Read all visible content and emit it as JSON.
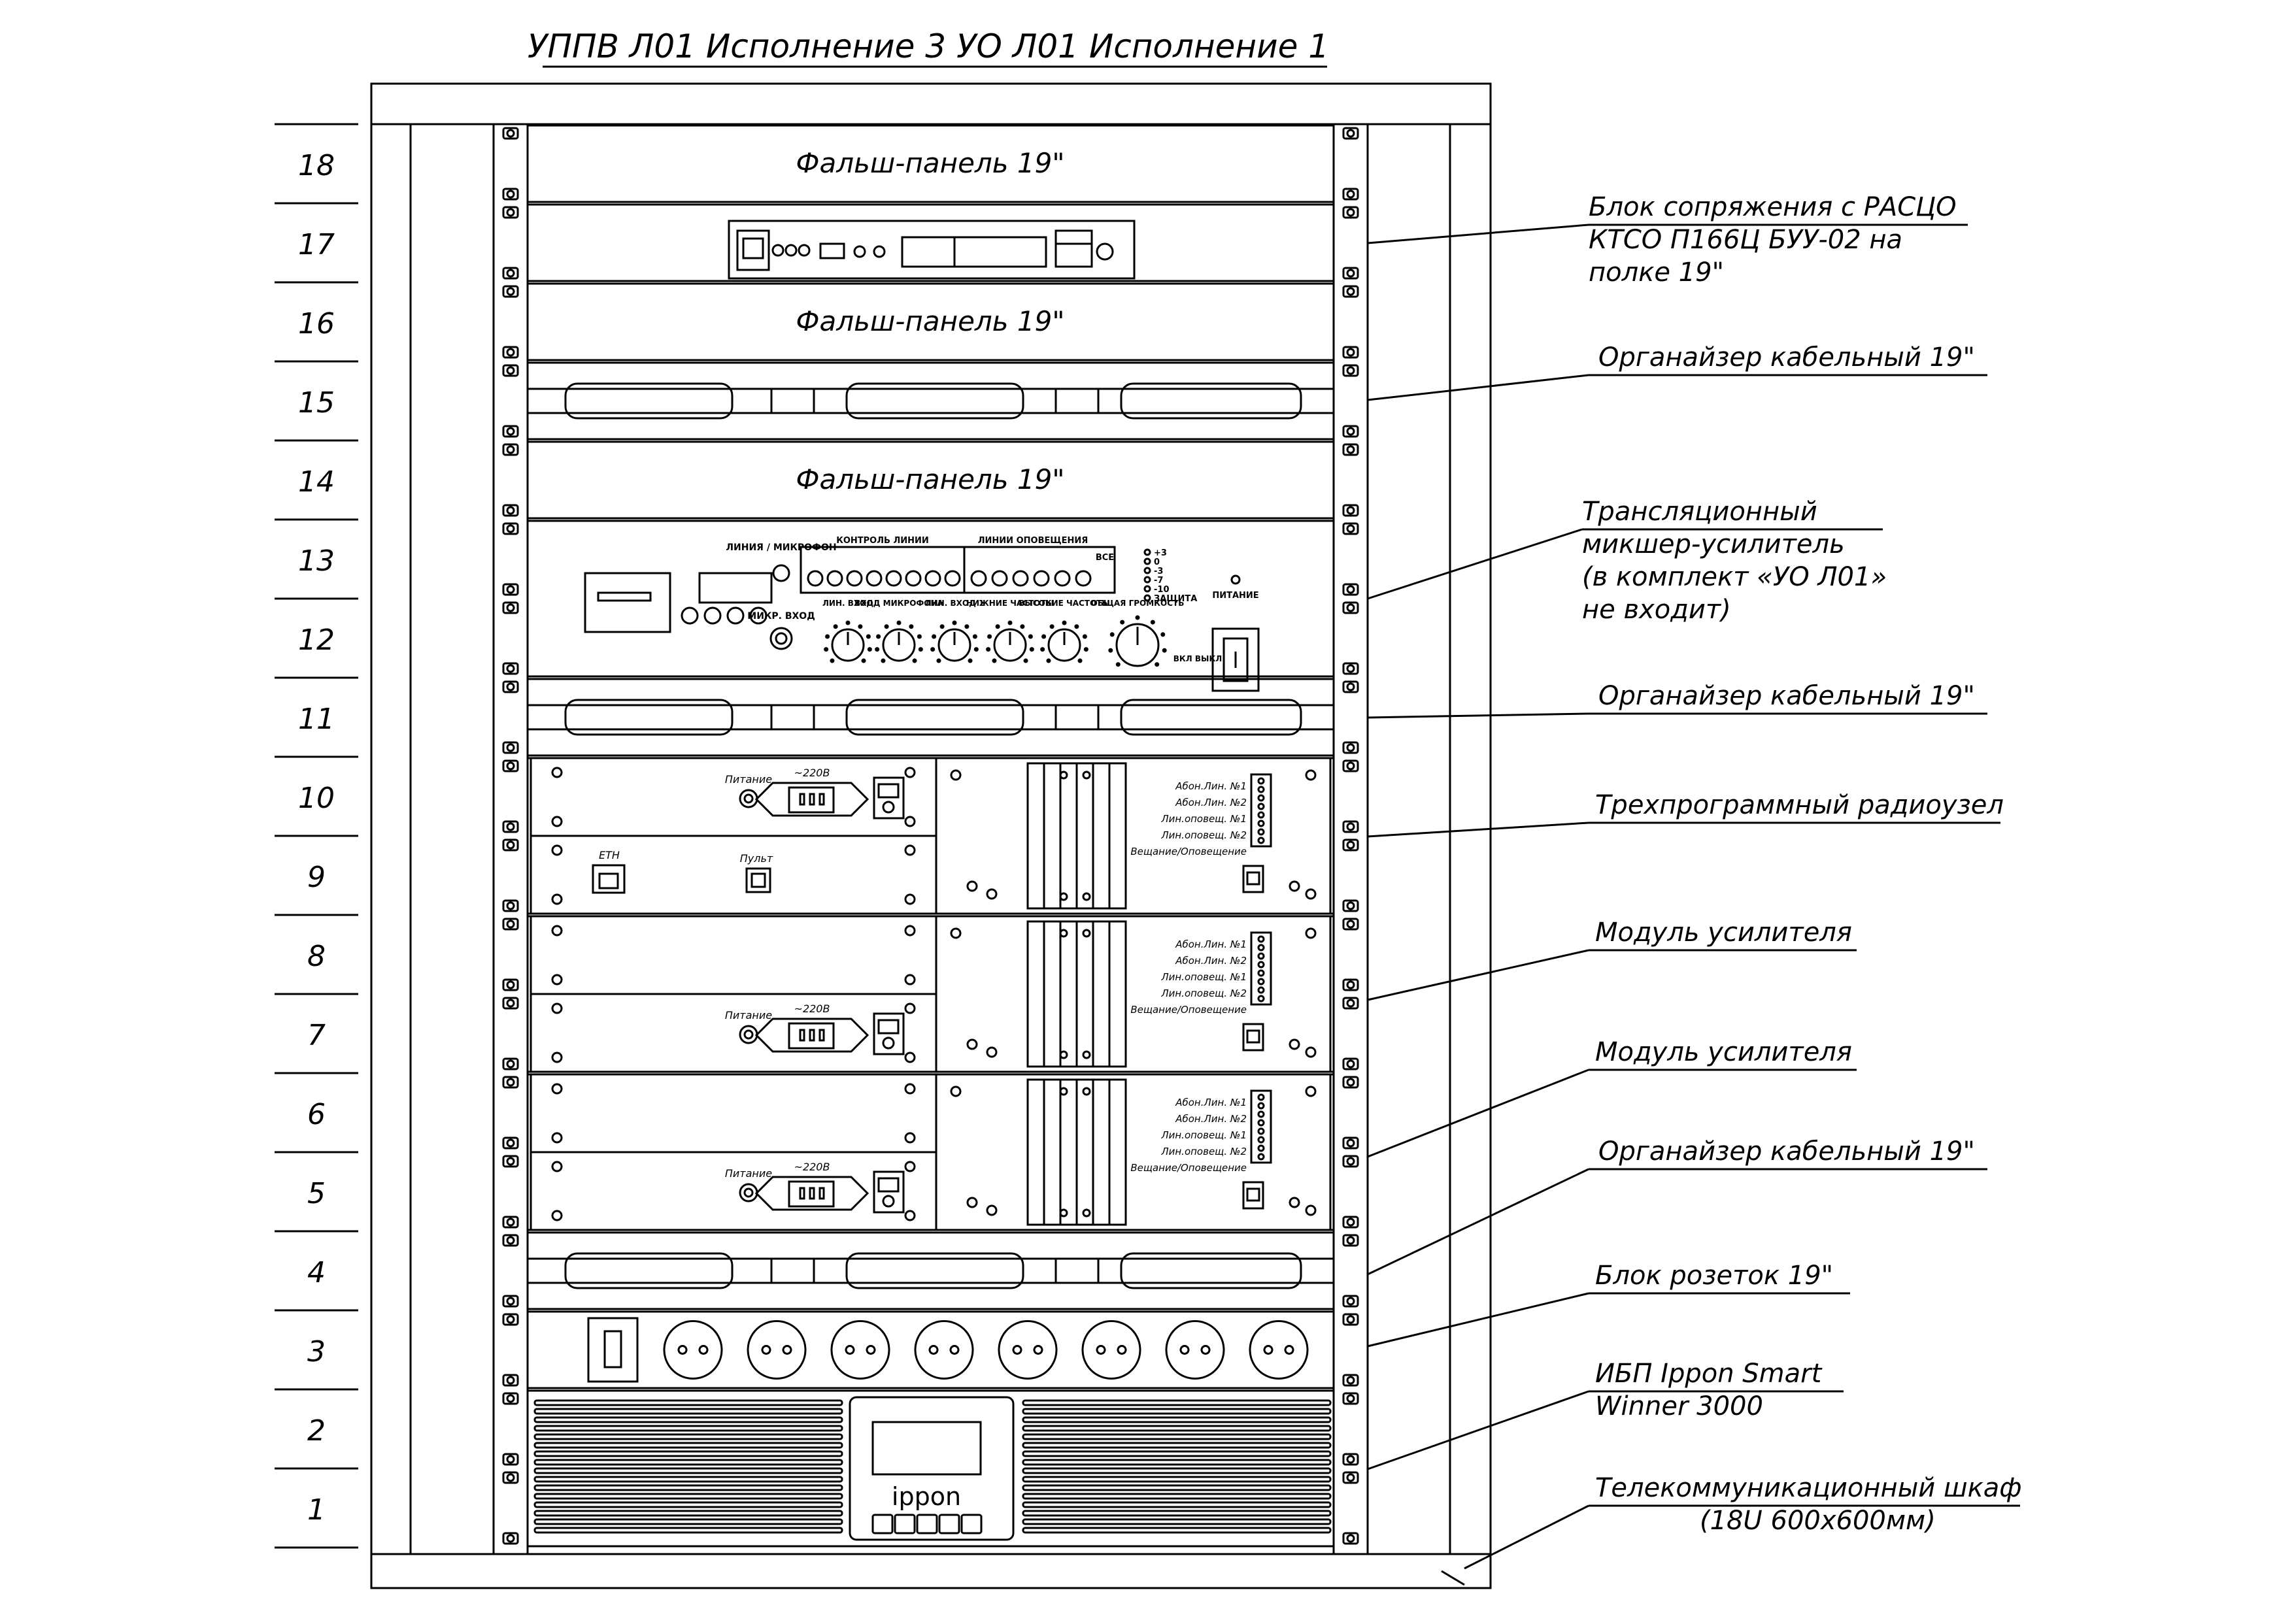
{
  "title": "УППВ Л01 Исполнение 3 УО Л01 Исполнение 1",
  "rack_units": [
    "18",
    "17",
    "16",
    "15",
    "14",
    "13",
    "12",
    "11",
    "10",
    "9",
    "8",
    "7",
    "6",
    "5",
    "4",
    "3",
    "2",
    "1"
  ],
  "panels": {
    "false_panel": "Фальш-панель 19\"",
    "ups_brand": "ippon",
    "mixer": {
      "input_select": "ЛИНИЯ / МИКРОФОН",
      "line_control": "КОНТРОЛЬ ЛИНИИ",
      "alert_lines": "ЛИНИИ ОПОВЕЩЕНИЯ",
      "all": "ВСЕ",
      "mic_input": "МИКР. ВХОД",
      "power": "ПИТАНИЕ",
      "on_off": "ВКЛ ВЫКЛ",
      "knobs": [
        "ЛИН. ВХОД",
        "ВХОД МИКРОФОНА",
        "ЛИН. ВХОД 1",
        "НИЖНИЕ ЧАСТОТЫ",
        "ВЫСОКИЕ ЧАСТОТЫ",
        "ОБЩАЯ ГРОМКОСТЬ"
      ],
      "levels": [
        "+3",
        "0",
        "-3",
        "-7",
        "-10",
        "ЗАЩИТА"
      ]
    },
    "radio": {
      "power_label": "Питание",
      "voltage": "~220В",
      "eth": "ETH",
      "remote": "Пульт",
      "outputs": [
        "Абон.Лин. №1",
        "Абон.Лин. №2",
        "Лин.оповещ. №1",
        "Лин.оповещ. №2",
        "Вещание/Оповещение"
      ]
    }
  },
  "callouts": [
    {
      "lines": [
        "Блок сопряжения с РАСЦО",
        "КТСО П166Ц БУУ-02 на",
        "полке 19\""
      ]
    },
    {
      "lines": [
        "Органайзер кабельный 19\""
      ]
    },
    {
      "lines": [
        "Трансляционный",
        "микшер-усилитель",
        "(в комплект «УО Л01»",
        "не входит)"
      ]
    },
    {
      "lines": [
        "Органайзер кабельный 19\""
      ]
    },
    {
      "lines": [
        "Трехпрограммный радиоузел"
      ]
    },
    {
      "lines": [
        "Модуль усилителя"
      ]
    },
    {
      "lines": [
        "Модуль усилителя"
      ]
    },
    {
      "lines": [
        "Органайзер кабельный 19\""
      ]
    },
    {
      "lines": [
        "Блок розеток 19\""
      ]
    },
    {
      "lines": [
        "ИБП Ippon Smart",
        "Winner 3000"
      ]
    },
    {
      "lines": [
        "Телекоммуникационный шкаф",
        "(18U 600x600мм)"
      ]
    }
  ]
}
